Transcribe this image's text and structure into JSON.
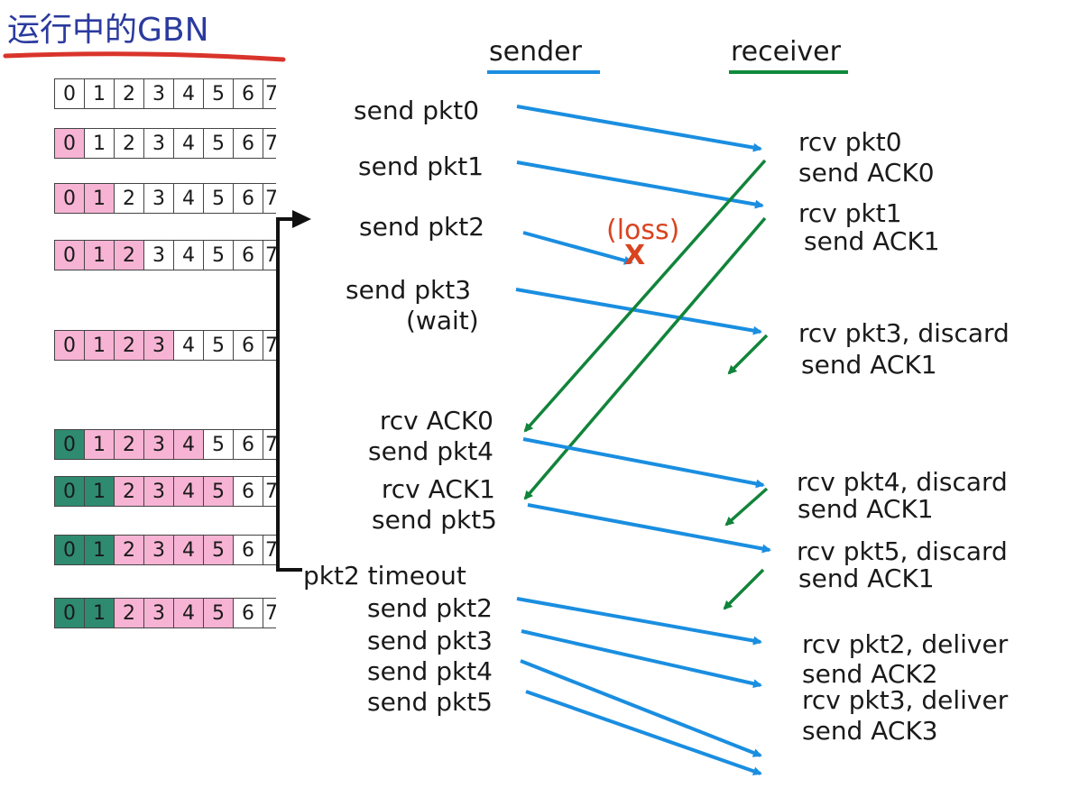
{
  "title": "运行中的GBN",
  "headers": {
    "sender": "sender",
    "receiver": "receiver"
  },
  "colors": {
    "title": "#2b3a9e",
    "title_underline": "#d9342b",
    "sender_line": "#1a8ee0",
    "receiver_line": "#0f8a3c",
    "data_arrow": "#1a8ee0",
    "ack_arrow": "#11843a",
    "loss": "#d9441f",
    "window_sent": "#f7b3d4",
    "window_acked": "#2e8b70",
    "timer": "#111111"
  },
  "window_rows": [
    {
      "cells": [
        "0",
        "1",
        "2",
        "3",
        "4",
        "5",
        "6",
        "7"
      ],
      "acked": 0,
      "sent": 0
    },
    {
      "cells": [
        "0",
        "1",
        "2",
        "3",
        "4",
        "5",
        "6",
        "7"
      ],
      "acked": 0,
      "sent": 1
    },
    {
      "cells": [
        "0",
        "1",
        "2",
        "3",
        "4",
        "5",
        "6",
        "7"
      ],
      "acked": 0,
      "sent": 2
    },
    {
      "cells": [
        "0",
        "1",
        "2",
        "3",
        "4",
        "5",
        "6",
        "7"
      ],
      "acked": 0,
      "sent": 3
    },
    {
      "cells": [
        "0",
        "1",
        "2",
        "3",
        "4",
        "5",
        "6",
        "7"
      ],
      "acked": 0,
      "sent": 4
    },
    {
      "cells": [
        "0",
        "1",
        "2",
        "3",
        "4",
        "5",
        "6",
        "7"
      ],
      "acked": 1,
      "sent": 5
    },
    {
      "cells": [
        "0",
        "1",
        "2",
        "3",
        "4",
        "5",
        "6",
        "7"
      ],
      "acked": 2,
      "sent": 6
    },
    {
      "cells": [
        "0",
        "1",
        "2",
        "3",
        "4",
        "5",
        "6",
        "7"
      ],
      "acked": 2,
      "sent": 6
    },
    {
      "cells": [
        "0",
        "1",
        "2",
        "3",
        "4",
        "5",
        "6",
        "7"
      ],
      "acked": 2,
      "sent": 6
    }
  ],
  "sender_events": [
    "send pkt0",
    "send pkt1",
    "send pkt2",
    "send pkt3",
    "(wait)",
    "rcv ACK0",
    "send pkt4",
    "rcv ACK1",
    "send pkt5",
    "pkt2 timeout",
    "send pkt2",
    "send pkt3",
    "send pkt4",
    "send pkt5"
  ],
  "receiver_events": [
    "rcv pkt0",
    "send ACK0",
    "rcv pkt1",
    "send ACK1",
    "rcv pkt3, discard",
    "send ACK1",
    "rcv pkt4, discard",
    "send ACK1",
    "rcv pkt5, discard",
    "send ACK1",
    "rcv pkt2, deliver",
    "send ACK2",
    "rcv pkt3, deliver",
    "send ACK3"
  ],
  "loss_label": "(loss)",
  "loss_mark": "X",
  "messages": [
    {
      "type": "data",
      "label": "pkt0"
    },
    {
      "type": "data",
      "label": "pkt1"
    },
    {
      "type": "data",
      "label": "pkt2",
      "lost": true
    },
    {
      "type": "data",
      "label": "pkt3"
    },
    {
      "type": "ack",
      "label": "ACK0"
    },
    {
      "type": "ack",
      "label": "ACK1"
    },
    {
      "type": "ack",
      "label": "ACK1"
    },
    {
      "type": "data",
      "label": "pkt4"
    },
    {
      "type": "ack",
      "label": "ACK1"
    },
    {
      "type": "data",
      "label": "pkt5"
    },
    {
      "type": "ack",
      "label": "ACK1"
    },
    {
      "type": "data",
      "label": "pkt2"
    },
    {
      "type": "data",
      "label": "pkt3"
    },
    {
      "type": "data",
      "label": "pkt4"
    },
    {
      "type": "data",
      "label": "pkt5"
    }
  ]
}
